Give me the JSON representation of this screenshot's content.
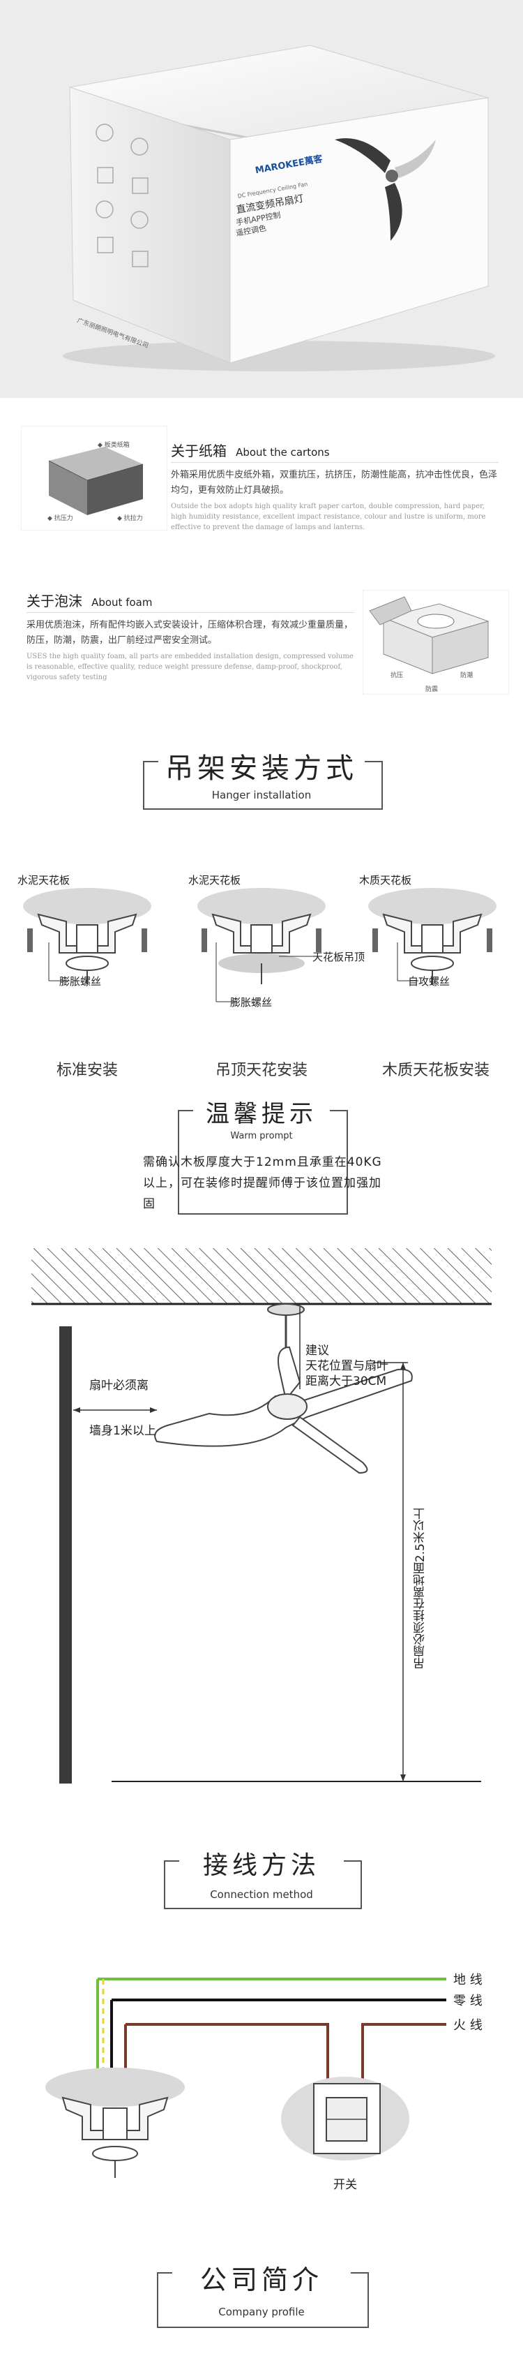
{
  "hero": {
    "brand": "MAROKEE萬客",
    "product_cn": "直流变频吊扇灯",
    "product_sub1": "手机APP控制",
    "product_sub2": "遥控调色",
    "product_en": "DC Frequency Ceiling Fan",
    "side_company": "广东丽朗照明电气有限公司"
  },
  "cartons": {
    "heading_cn": "关于纸箱",
    "heading_en": "About the cartons",
    "body_cn": "外箱采用优质牛皮纸外箱，双重抗压，抗挤压，防潮性能高，抗冲击性优良，色泽均匀，更有效防止灯具破损。",
    "body_en": "Outside the box adopts high quality kraft paper carton, double compression, hard paper, high humidity resistance, excellent impact resistance, colour and lustre is uniform, more effective to prevent the damage of lamps and lanterns.",
    "label_top": "◆ 板类纸箱",
    "label_left": "◆ 抗压力",
    "label_right": "◆ 抗拉力"
  },
  "foam": {
    "heading_cn": "关于泡沫",
    "heading_en": "About foam",
    "body_cn": "采用优质泡沫，所有配件均嵌入式安装设计，压缩体积合理，有效减少重量质量，防压，防潮，防震，出厂前经过严密安全测试。",
    "body_en": "USES the high quality foam, all parts are embedded installation design, compressed volume is reasonable, effective quality, reduce weight pressure defense, damp-proof, shockproof, vigorous safety testing",
    "label_a": "抗压",
    "label_b": "防震",
    "label_c": "防潮"
  },
  "hanger": {
    "title_cn": "吊架安装方式",
    "title_en": "Hanger installation",
    "items": [
      {
        "top_label": "水泥天花板",
        "screw_label": "膨胀螺丝",
        "caption": "标准安装"
      },
      {
        "top_label": "水泥天花板",
        "ceiling_label": "天花板吊顶",
        "screw_label": "膨胀螺丝",
        "caption": "吊顶天花安装"
      },
      {
        "top_label": "木质天花板",
        "screw_label": "自攻螺丝",
        "caption": "木质天花板安装"
      }
    ]
  },
  "warm": {
    "title_cn": "温馨提示",
    "title_en": "Warm prompt",
    "text": "需确认木板厚度大于12mm且承重在40KG以上，可在装修时提醒师傅于该位置加强加固"
  },
  "diagram": {
    "note_ceiling_1": "建议",
    "note_ceiling_2": "天花位置与扇叶",
    "note_ceiling_3": "距离大于30CM",
    "note_wall_1": "扇叶必须离",
    "note_wall_2": "墙身1米以上",
    "note_floor": "吊扇必须挂在离地面2.5米以上"
  },
  "wiring": {
    "title_cn": "接线方法",
    "title_en": "Connection method",
    "ground": "地 线",
    "neutral": "零 线",
    "live": "火 线",
    "switch": "开关",
    "colors": {
      "ground": "#6fbf3a",
      "ground2": "#e8d43a",
      "neutral": "#111111",
      "live": "#7a3a2a"
    }
  },
  "company": {
    "title_cn": "公司简介",
    "title_en": "Company profile"
  }
}
